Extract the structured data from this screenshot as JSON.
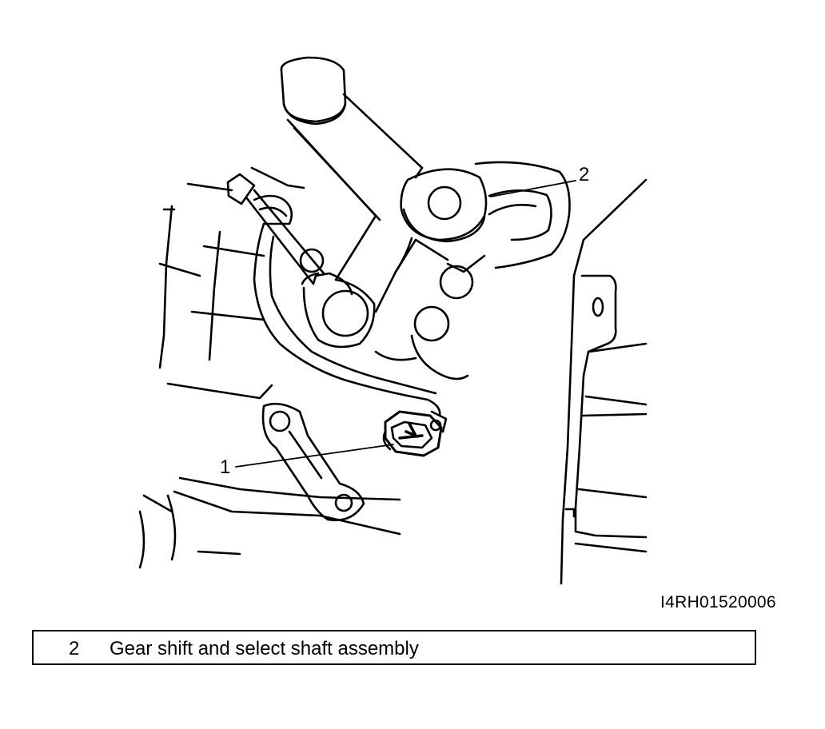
{
  "callouts": [
    {
      "number": "1"
    },
    {
      "number": "2"
    }
  ],
  "figure_id": "I4RH01520006",
  "legend": {
    "items": [
      {
        "number": "2",
        "text": "Gear shift and select shaft assembly"
      }
    ]
  },
  "colors": {
    "line": "#000000",
    "background": "#ffffff"
  }
}
